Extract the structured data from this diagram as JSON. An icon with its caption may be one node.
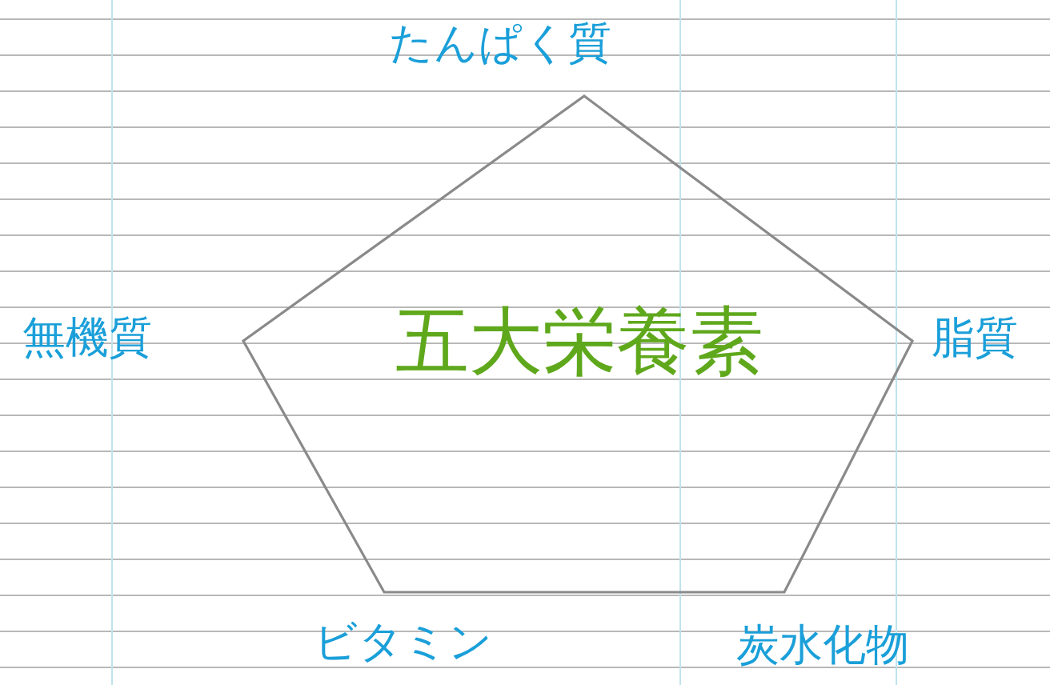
{
  "diagram": {
    "nodes": [
      {
        "text": [
          "五大栄養素"
        ]
      }
    ],
    "labels": [
      "たんぱく質",
      "無機質",
      "脂質",
      "ビタミン",
      "炭水化物"
    ]
  }
}
